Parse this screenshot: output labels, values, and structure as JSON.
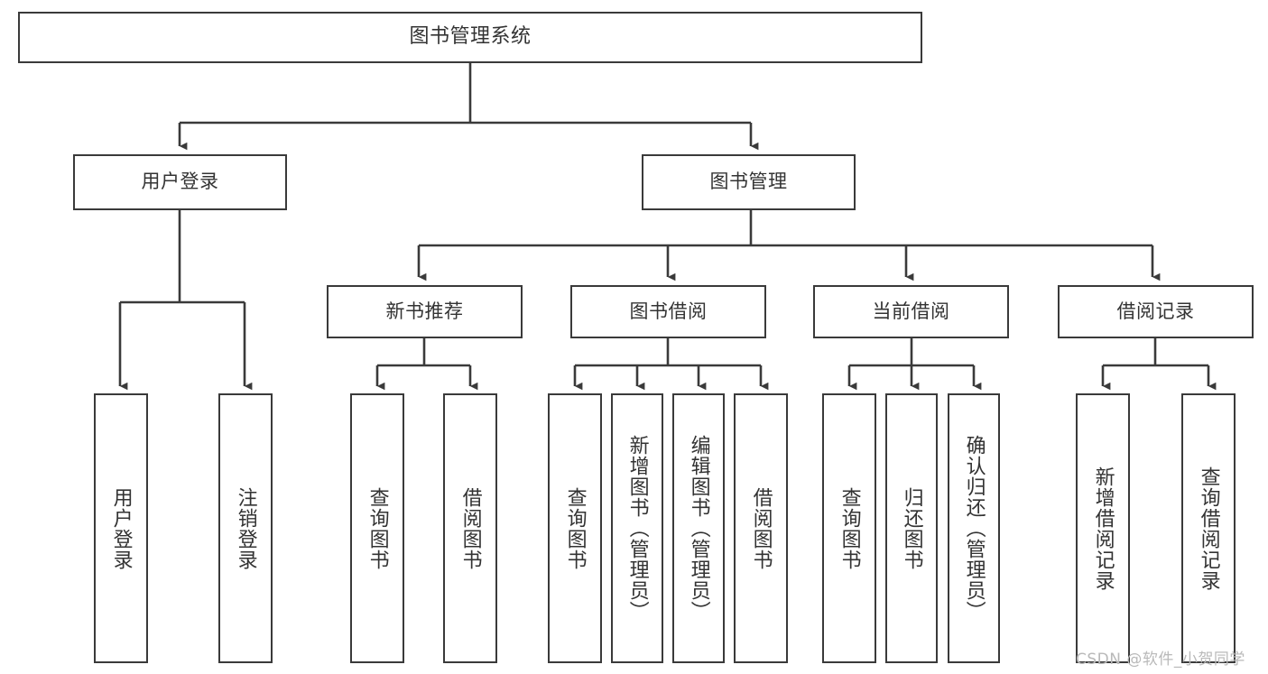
{
  "diagram": {
    "title": "图书管理系统",
    "type": "tree-hierarchy-diagram",
    "theme": {
      "background": "#ffffff",
      "node_fill": "#ffffff",
      "node_stroke": "#3a3a3a",
      "text_color": "#333333",
      "connector_color": "#3a3a3a",
      "watermark_color": "#b9b9b9"
    },
    "watermark": "CSDN @软件_小贺同学",
    "nodes": {
      "root": {
        "label": "图书管理系统"
      },
      "level2": [
        {
          "id": "user-login",
          "label": "用户登录"
        },
        {
          "id": "book-management",
          "label": "图书管理"
        }
      ],
      "level3": [
        {
          "id": "new-book-recommend",
          "label": "新书推荐"
        },
        {
          "id": "book-borrow",
          "label": "图书借阅"
        },
        {
          "id": "current-borrow",
          "label": "当前借阅"
        },
        {
          "id": "borrow-record",
          "label": "借阅记录"
        }
      ],
      "leaves": {
        "user_login": [
          {
            "id": "leaf-user-login",
            "label": "用户登录"
          },
          {
            "id": "leaf-user-logout",
            "label": "注销登录"
          }
        ],
        "new_book_recommend": [
          {
            "id": "leaf-query-book-1",
            "label": "查询图书"
          },
          {
            "id": "leaf-borrow-book-1",
            "label": "借阅图书"
          }
        ],
        "book_borrow": [
          {
            "id": "leaf-query-book-2",
            "label": "查询图书"
          },
          {
            "id": "leaf-add-book",
            "label": "新增图书（管理员）"
          },
          {
            "id": "leaf-edit-book",
            "label": "编辑图书（管理员）"
          },
          {
            "id": "leaf-borrow-book-2",
            "label": "借阅图书"
          }
        ],
        "current_borrow": [
          {
            "id": "leaf-query-book-3",
            "label": "查询图书"
          },
          {
            "id": "leaf-return-book",
            "label": "归还图书"
          },
          {
            "id": "leaf-confirm-return",
            "label": "确认归还（管理员）"
          }
        ],
        "borrow_record": [
          {
            "id": "leaf-add-record",
            "label": "新增借阅记录"
          },
          {
            "id": "leaf-query-record",
            "label": "查询借阅记录"
          }
        ]
      }
    }
  }
}
